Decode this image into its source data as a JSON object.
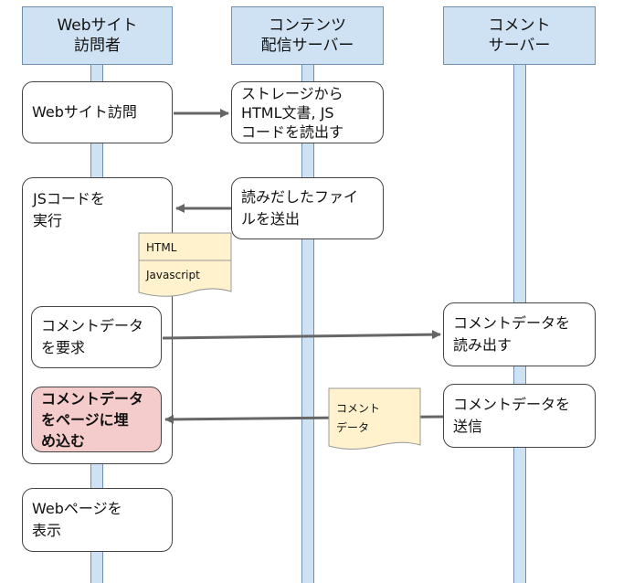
{
  "lanes": {
    "visitor": "Webサイト\n訪問者",
    "content_server": "コンテンツ\n配信サーバー",
    "comment_server": "コメント\nサーバー"
  },
  "steps": {
    "visit": "Webサイト訪問",
    "read_files": "ストレージから\nHTML文書, JS\nコードを読出す",
    "send_files": "読みだしたファイ\nルを送出",
    "exec_js": "JSコードを\n実行",
    "request_comments": "コメントデータ\nを要求",
    "read_comments": "コメントデータを\n読み出す",
    "embed_comments": "コメントデータ\nをページに埋\nめ込む",
    "send_comments": "コメントデータを\n送信",
    "show_page": "Webページを\n表示"
  },
  "notes": {
    "html": "HTML",
    "javascript": "Javascript",
    "comment_data": "コメント\nデータ"
  },
  "colors": {
    "lane_fill": "#cfe2f3",
    "note_fill": "#fff2cc",
    "highlight_fill": "#f4cccc",
    "arrow": "#666666"
  }
}
